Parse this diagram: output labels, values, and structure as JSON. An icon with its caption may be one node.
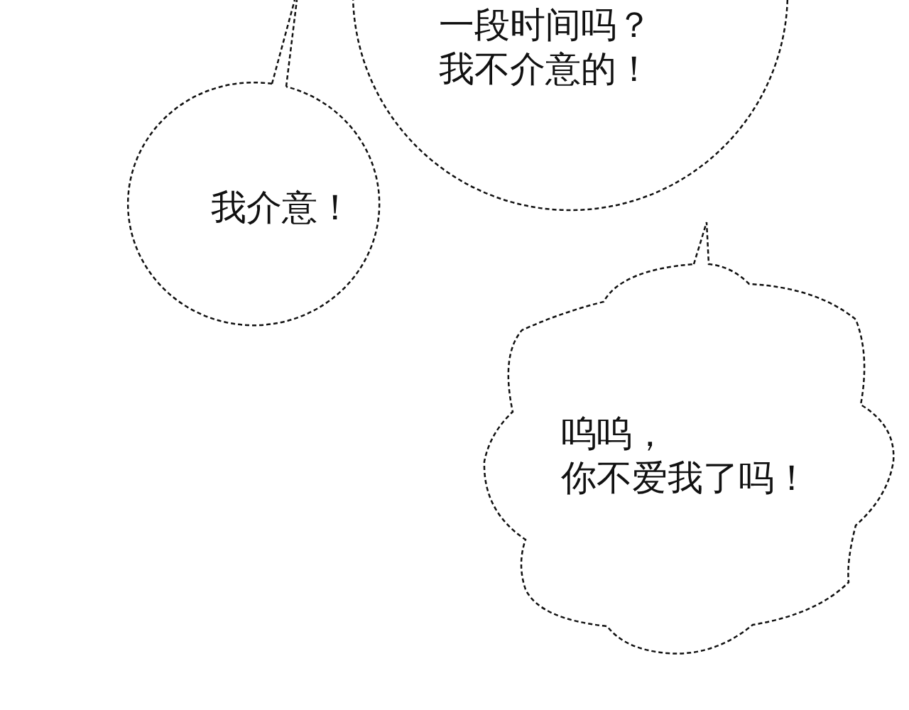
{
  "diagram": {
    "nodes": [
      {
        "text": [
          "一段时间吗？我不介意的！"
        ]
      },
      {
        "text": [
          "我介意！"
        ]
      },
      {
        "text": [
          "呜呜，你不爱我了吗！"
        ]
      }
    ]
  }
}
